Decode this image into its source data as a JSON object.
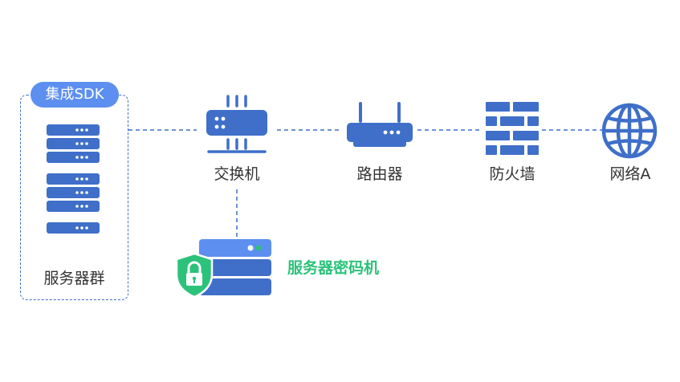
{
  "diagram": {
    "server_group": {
      "badge": "集成SDK",
      "label": "服务器群"
    },
    "nodes": {
      "switch": {
        "label": "交换机",
        "icon": "switch-icon"
      },
      "router": {
        "label": "路由器",
        "icon": "router-icon"
      },
      "firewall": {
        "label": "防火墙",
        "icon": "firewall-icon"
      },
      "network": {
        "label": "网络A",
        "icon": "globe-icon"
      }
    },
    "hsm": {
      "label": "服务器密码机",
      "icon": "server-shield-icon"
    },
    "colors": {
      "primary": "#3f6fc8",
      "primary_light": "#5c8ff0",
      "accent_green": "#2cc27a",
      "text": "#333333"
    }
  }
}
